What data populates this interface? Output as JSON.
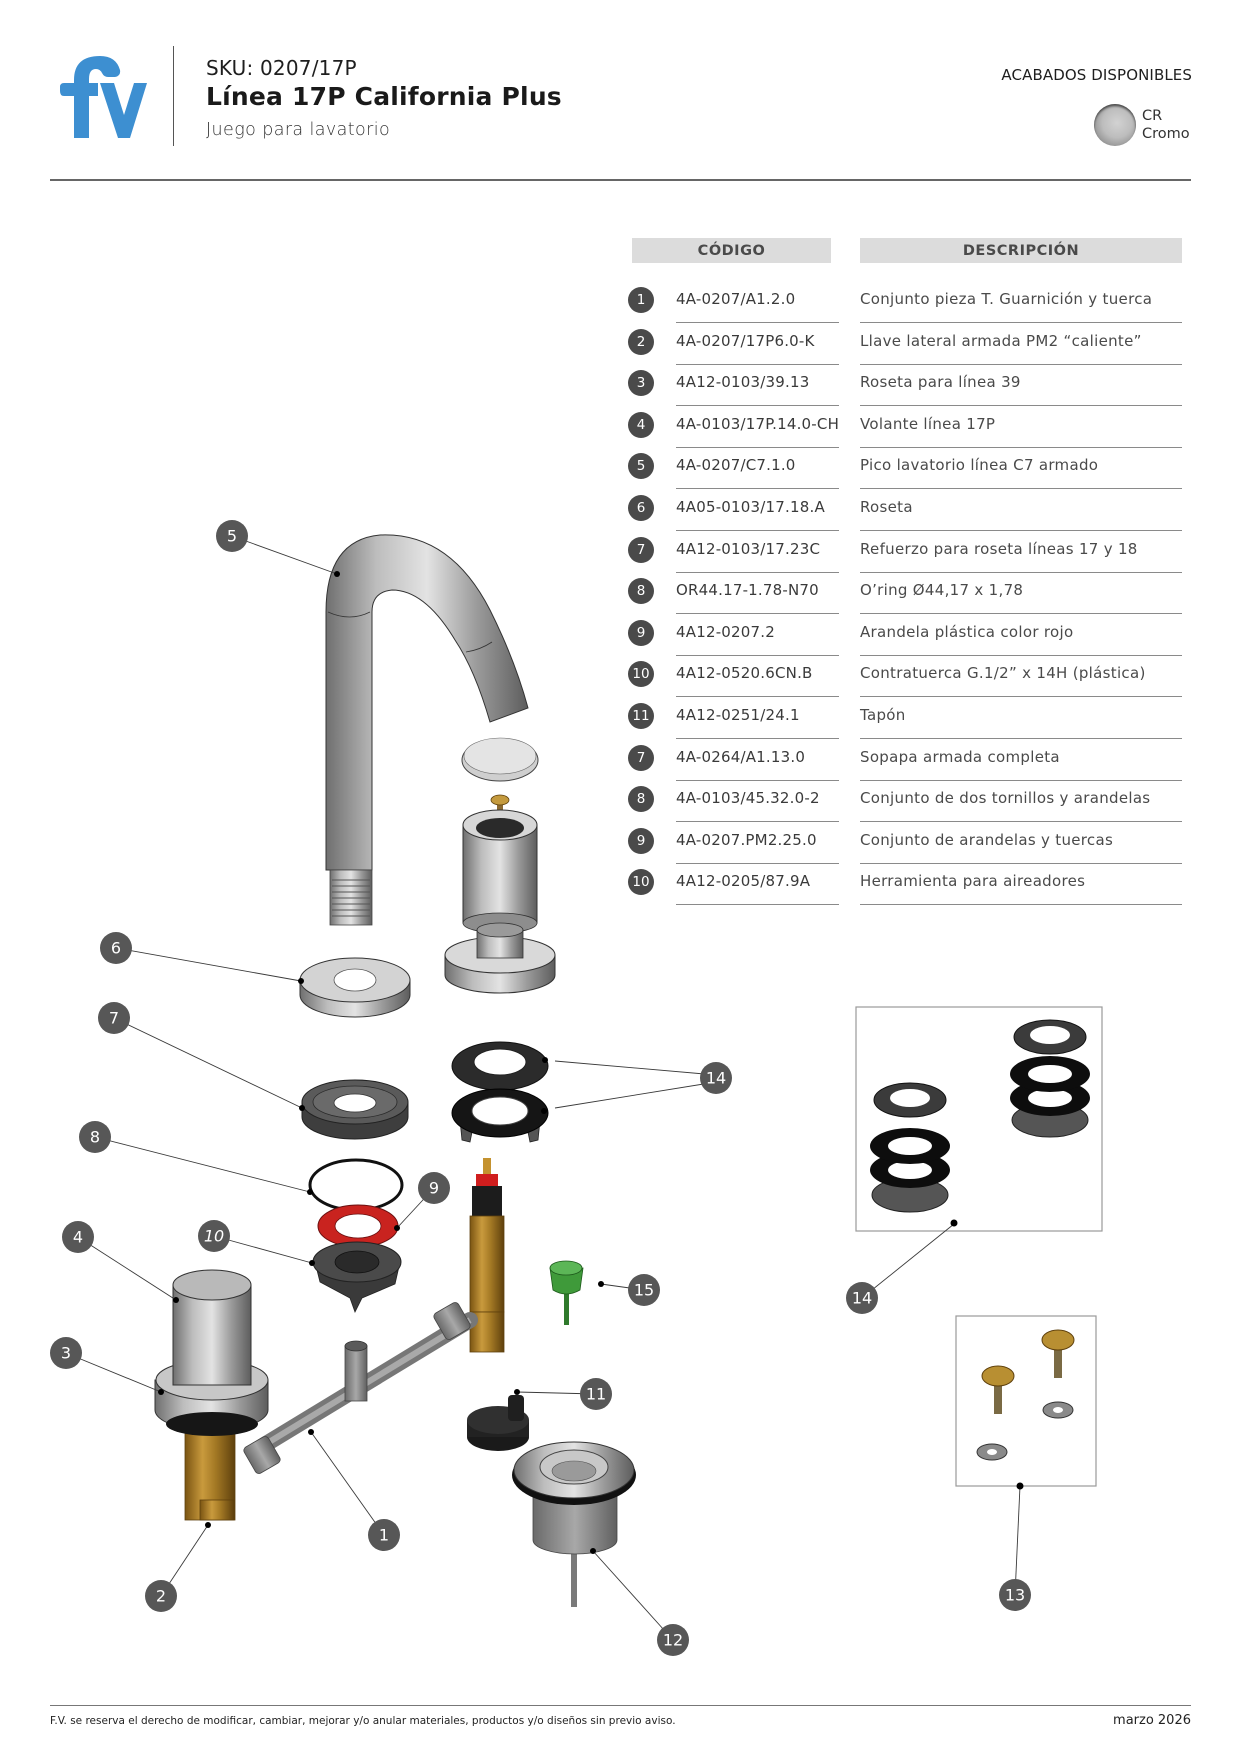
{
  "header": {
    "brand_logo": "fv-logo",
    "brand_color": "#3d8fd1",
    "sku": "SKU: 0207/17P",
    "title": "Línea 17P California Plus",
    "subtitle": "Juego para lavatorio"
  },
  "finishes": {
    "title": "ACABADOS DISPONIBLES",
    "items": [
      {
        "code": "CR",
        "name": "Cromo",
        "swatch_icon": "chrome-swatch-icon",
        "color": "#bdbdbd"
      }
    ]
  },
  "parts_table": {
    "columns": [
      "CÓDIGO",
      "DESCRIPCIÓN"
    ],
    "rows": [
      {
        "num": "1",
        "code": "4A-0207/A1.2.0",
        "description": "Conjunto pieza T. Guarnición y tuerca"
      },
      {
        "num": "2",
        "code": "4A-0207/17P6.0-K",
        "description": "Llave lateral armada PM2 “caliente”"
      },
      {
        "num": "3",
        "code": "4A12-0103/39.13",
        "description": "Roseta para línea 39"
      },
      {
        "num": "4",
        "code": "4A-0103/17P.14.0-CH",
        "description": "Volante línea 17P"
      },
      {
        "num": "5",
        "code": "4A-0207/C7.1.0",
        "description": "Pico lavatorio línea C7 armado"
      },
      {
        "num": "6",
        "code": "4A05-0103/17.18.A",
        "description": "Roseta"
      },
      {
        "num": "7",
        "code": "4A12-0103/17.23C",
        "description": "Refuerzo para roseta líneas 17 y 18"
      },
      {
        "num": "8",
        "code": "OR44.17-1.78-N70",
        "description": "O’ring Ø44,17 x 1,78"
      },
      {
        "num": "9",
        "code": "4A12-0207.2",
        "description": "Arandela plástica color rojo"
      },
      {
        "num": "10",
        "code": "4A12-0520.6CN.B",
        "description": "Contratuerca G.1/2” x 14H (plástica)"
      },
      {
        "num": "11",
        "code": "4A12-0251/24.1",
        "description": "Tapón"
      },
      {
        "num": "7",
        "code": "4A-0264/A1.13.0",
        "description": "Sopapa armada completa"
      },
      {
        "num": "8",
        "code": "4A-0103/45.32.0-2",
        "description": "Conjunto de dos tornillos y arandelas"
      },
      {
        "num": "9",
        "code": "4A-0207.PM2.25.0",
        "description": "Conjunto de arandelas y tuercas"
      },
      {
        "num": "10",
        "code": "4A12-0205/87.9A",
        "description": "Herramienta para aireadores"
      }
    ]
  },
  "diagram": {
    "callouts": [
      "5",
      "6",
      "7",
      "8",
      "9",
      "10",
      "4",
      "3",
      "1",
      "2",
      "11",
      "12",
      "14",
      "15",
      "14",
      "13"
    ]
  },
  "footer": {
    "disclaimer": "F.V. se reserva el derecho de modificar, cambiar, mejorar y/o anular materiales, productos y/o diseños sin previo aviso.",
    "date": "marzo 2026"
  }
}
